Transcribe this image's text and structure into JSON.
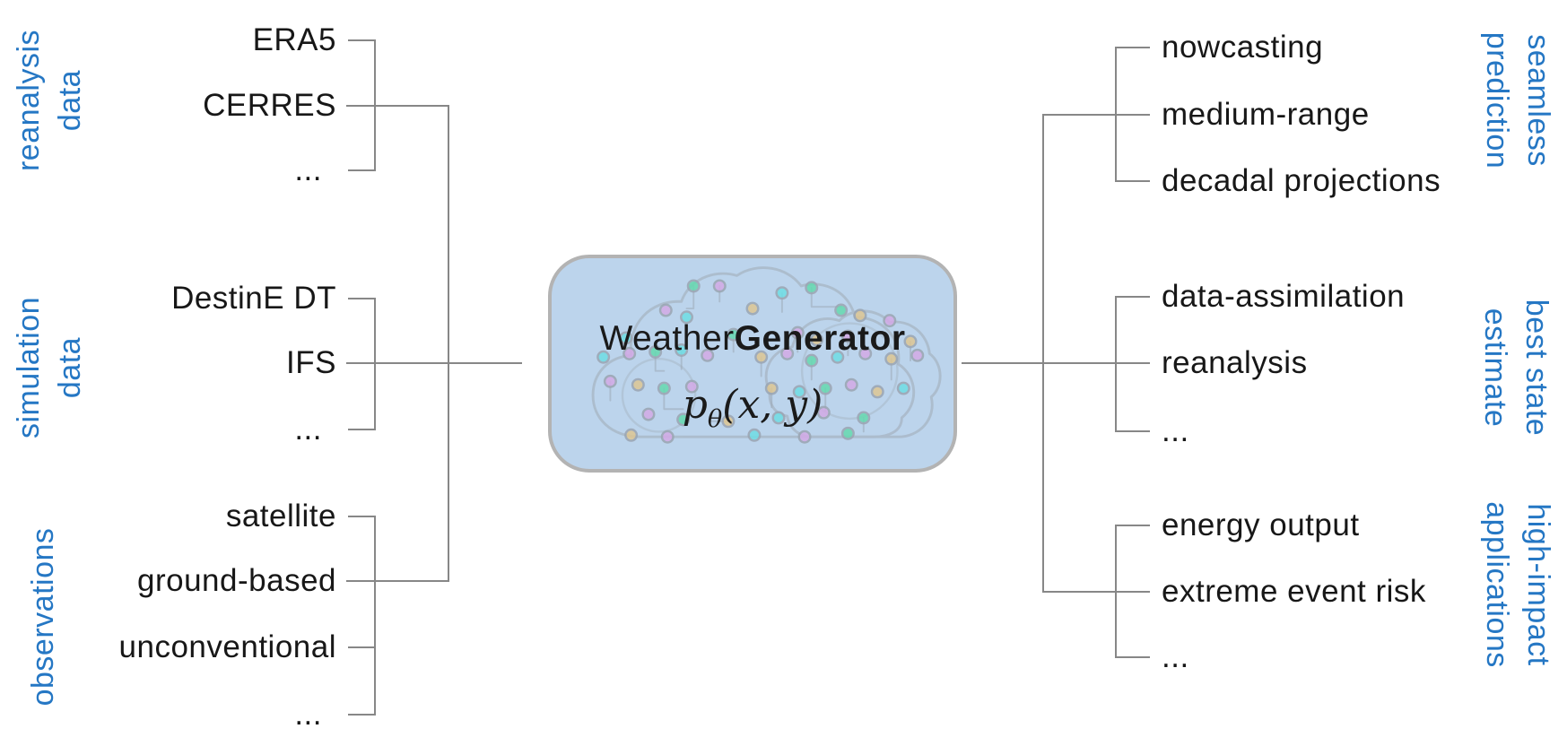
{
  "center_box": {
    "title_regular": "Weather",
    "title_bold": "Generator",
    "formula": {
      "p": "p",
      "sub": "θ",
      "args": "(x, y)"
    }
  },
  "left_groups": [
    {
      "label_lines": [
        "reanalysis",
        "data"
      ],
      "items": [
        "ERA5",
        "CERRES",
        "..."
      ]
    },
    {
      "label_lines": [
        "simulation",
        "data"
      ],
      "items": [
        "DestinE DT",
        "IFS",
        "..."
      ]
    },
    {
      "label_lines": [
        "observations"
      ],
      "items": [
        "satellite",
        "ground-based",
        "unconventional",
        "..."
      ]
    }
  ],
  "right_groups": [
    {
      "label_lines": [
        "seamless",
        "prediction"
      ],
      "items": [
        "nowcasting",
        "medium-range",
        "decadal projections"
      ]
    },
    {
      "label_lines": [
        "best state",
        "estimate"
      ],
      "items": [
        "data-assimilation",
        "reanalysis",
        "..."
      ]
    },
    {
      "label_lines": [
        "high-impact",
        "applications"
      ],
      "items": [
        "energy output",
        "extreme event risk",
        "..."
      ]
    }
  ],
  "colors": {
    "category_label_blue": "#2577c4",
    "connector_gray": "#878787",
    "item_text": "#171717",
    "box_fill": "#bcd4ec",
    "box_border": "#b3b3b3",
    "dot_teal": "#66d9b0",
    "dot_cyan": "#6fdde4",
    "dot_lavender": "#d3aae6",
    "dot_tan": "#ddc693"
  }
}
